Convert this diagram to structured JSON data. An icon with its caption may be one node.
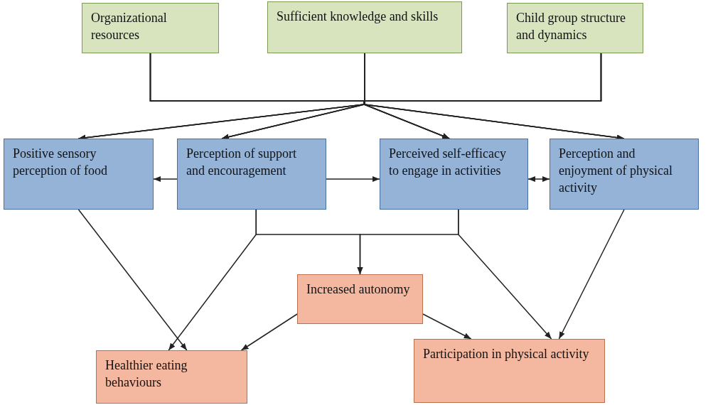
{
  "diagram": {
    "nodes": [
      {
        "text": [
          "Organizational resources"
        ]
      },
      {
        "text": [
          "Sufficient knowledge and skills"
        ]
      },
      {
        "text": [
          "Child group structure and dynamics"
        ]
      },
      {
        "text": [
          "Positive sensory perception of food"
        ]
      },
      {
        "text": [
          "Perception of support and encouragement"
        ]
      },
      {
        "text": [
          "Perceived self-efficacy to engage in activities"
        ]
      },
      {
        "text": [
          "Perception and enjoyment of physical activity"
        ]
      },
      {
        "text": [
          "Increased autonomy"
        ]
      },
      {
        "text": [
          "Healthier eating behaviours"
        ]
      },
      {
        "text": [
          "Participation in physical activity"
        ]
      }
    ],
    "edges": [
      {
        "from": 0,
        "to": 3,
        "arrow": "to"
      },
      {
        "from": 0,
        "to": 4,
        "arrow": "to"
      },
      {
        "from": 0,
        "to": 5,
        "arrow": "to"
      },
      {
        "from": 0,
        "to": 6,
        "arrow": "to"
      },
      {
        "from": 1,
        "to": 3,
        "arrow": "to"
      },
      {
        "from": 1,
        "to": 4,
        "arrow": "to"
      },
      {
        "from": 1,
        "to": 5,
        "arrow": "to"
      },
      {
        "from": 1,
        "to": 6,
        "arrow": "to"
      },
      {
        "from": 2,
        "to": 3,
        "arrow": "to"
      },
      {
        "from": 2,
        "to": 4,
        "arrow": "to"
      },
      {
        "from": 2,
        "to": 5,
        "arrow": "to"
      },
      {
        "from": 2,
        "to": 6,
        "arrow": "to"
      },
      {
        "from": 4,
        "to": 3,
        "arrow": "to"
      },
      {
        "from": 4,
        "to": 5,
        "arrow": "to"
      },
      {
        "from": 5,
        "to": 6,
        "arrow": "both"
      },
      {
        "from": 3,
        "to": 8,
        "arrow": "to"
      },
      {
        "from": 4,
        "to": 8,
        "arrow": "to"
      },
      {
        "from": 4,
        "to": 7,
        "arrow": "to"
      },
      {
        "from": 5,
        "to": 7,
        "arrow": "to"
      },
      {
        "from": 5,
        "to": 9,
        "arrow": "to"
      },
      {
        "from": 6,
        "to": 9,
        "arrow": "to"
      },
      {
        "from": 7,
        "to": 8,
        "arrow": "to"
      },
      {
        "from": 7,
        "to": 9,
        "arrow": "to"
      }
    ]
  }
}
